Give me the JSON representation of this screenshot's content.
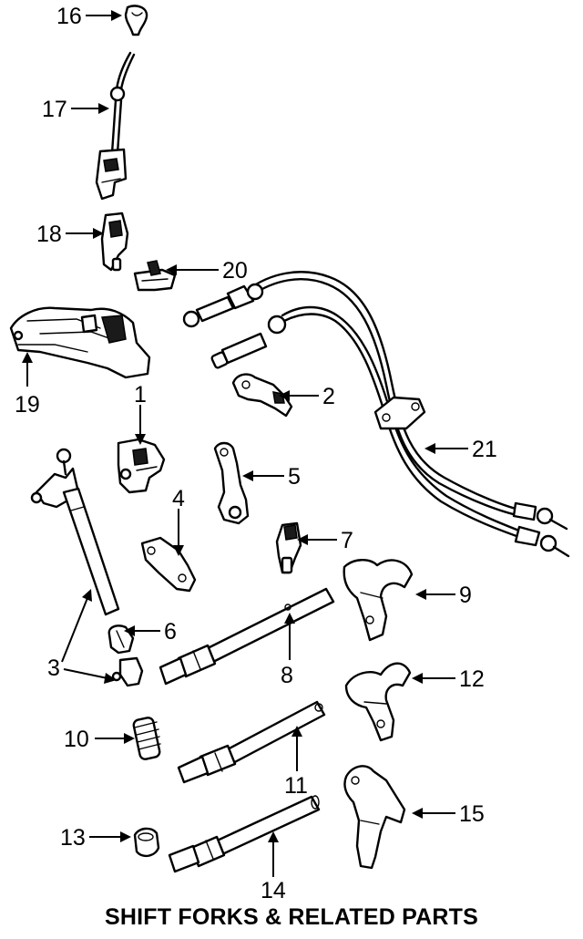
{
  "caption": "SHIFT FORKS & RELATED PARTS",
  "callouts": {
    "c1": "1",
    "c2": "2",
    "c3": "3",
    "c4": "4",
    "c5": "5",
    "c6": "6",
    "c7": "7",
    "c8": "8",
    "c9": "9",
    "c10": "10",
    "c11": "11",
    "c12": "12",
    "c13": "13",
    "c14": "14",
    "c15": "15",
    "c16": "16",
    "c17": "17",
    "c18": "18",
    "c19": "19",
    "c20": "20",
    "c21": "21"
  }
}
